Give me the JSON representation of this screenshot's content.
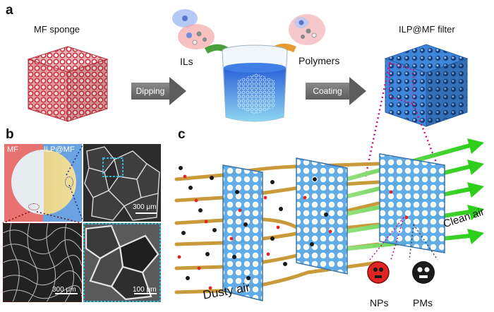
{
  "panel_a": {
    "letter": "a",
    "mf_sponge": "MF sponge",
    "ils": "ILs",
    "polymers": "Polymers",
    "dipping": "Dipping",
    "coating": "Coating",
    "ilp_filter": "ILP@MF filter"
  },
  "panel_b": {
    "letter": "b",
    "mf": "MF",
    "ilp_mf": "ILP@MF",
    "scale_top": "300 μm",
    "scale_bottom_left": "300 μm",
    "scale_bottom_right": "100 μm"
  },
  "panel_c": {
    "letter": "c",
    "dusty_air": "Dusty air",
    "clean_air": "Clean air",
    "nps": "NPs",
    "pms": "PMs"
  },
  "colors": {
    "sponge_red": "#c8323c",
    "filter_blue": "#3f86d8",
    "arrow_green": "#3ccf2a",
    "stream_gold": "#c99a3a",
    "mesh_blue": "#5aa8e6",
    "magenta": "#c0167e",
    "cyan_dotted": "#2bb5d6"
  }
}
